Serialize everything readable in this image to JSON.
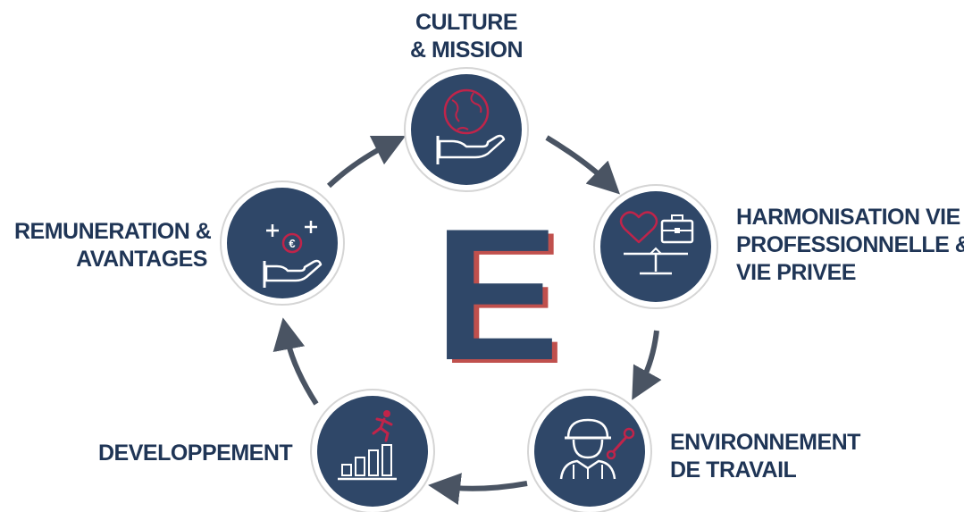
{
  "center_letter": "E",
  "colors": {
    "navy": "#2f4768",
    "accent": "#c0244a",
    "ring": "#d9d9d9",
    "arrow": "#4a5463"
  },
  "items": [
    {
      "lines": [
        "CULTURE",
        "& MISSION"
      ],
      "icon": "globe-hand-icon"
    },
    {
      "lines": [
        "HARMONISATION VIE",
        "PROFESSIONNELLE &",
        "VIE PRIVEE"
      ],
      "icon": "heart-briefcase-scale-icon"
    },
    {
      "lines": [
        "ENVIRONNEMENT",
        "DE TRAVAIL"
      ],
      "icon": "worker-wrench-icon"
    },
    {
      "lines": [
        "DEVELOPPEMENT"
      ],
      "icon": "runner-bars-icon"
    },
    {
      "lines": [
        "REMUNERATION &",
        "AVANTAGES"
      ],
      "icon": "euro-hand-icon"
    }
  ]
}
